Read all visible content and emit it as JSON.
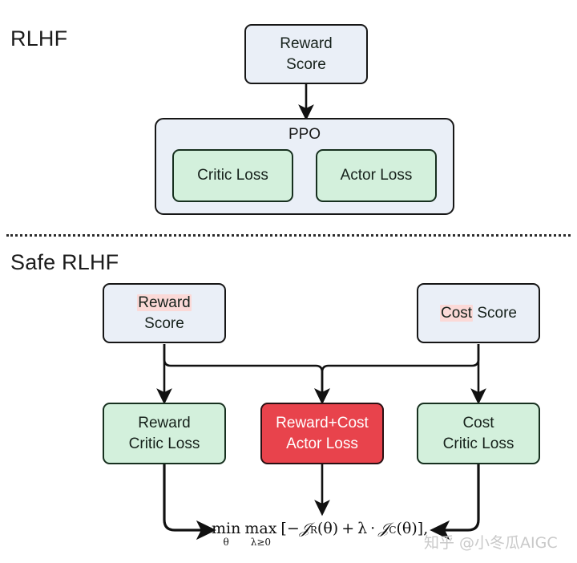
{
  "figure": {
    "sections": [
      {
        "id": "rlhf",
        "title": "RLHF"
      },
      {
        "id": "safe-rlhf",
        "title": "Safe RLHF"
      }
    ]
  },
  "rlhf": {
    "reward_score": {
      "line1": "Reward",
      "line2": "Score"
    },
    "ppo": {
      "label": "PPO",
      "critic_loss": "Critic Loss",
      "actor_loss": "Actor Loss"
    }
  },
  "safe_rlhf": {
    "reward_score": {
      "line1_highlight": "Reward",
      "line2": "Score"
    },
    "cost_score": {
      "highlight": "Cost",
      "rest": " Score"
    },
    "reward_critic_loss": {
      "line1": "Reward",
      "line2": "Critic Loss"
    },
    "reward_cost_actor_loss": {
      "line1": "Reward+Cost",
      "line2": "Actor Loss"
    },
    "cost_critic_loss": {
      "line1": "Cost",
      "line2": "Critic Loss"
    },
    "objective": {
      "min_op": "min",
      "min_sub": "θ",
      "max_op": "max",
      "max_sub": "λ≥0",
      "bracket_open": "[",
      "term1_sign": "−",
      "term1_symbol": "𝒥",
      "term1_sub": "R",
      "term1_arg": "(θ)",
      "plus": "+",
      "lambda": "λ",
      "dot": "·",
      "term2_symbol": "𝒥",
      "term2_sub": "C",
      "term2_arg": "(θ)",
      "bracket_close": "],",
      "plain": "min max [−𝒥_R(θ) + λ · 𝒥_C(θ)],"
    }
  },
  "watermark": {
    "text": "知乎 @小冬瓜AIGC"
  },
  "colors": {
    "box_blue_fill": "#eaeff7",
    "box_green_fill": "#d3f0dc",
    "box_red_fill": "#e8434c",
    "highlight_pink": "#fbd9d7",
    "border_dark": "#161616",
    "background": "#ffffff"
  }
}
